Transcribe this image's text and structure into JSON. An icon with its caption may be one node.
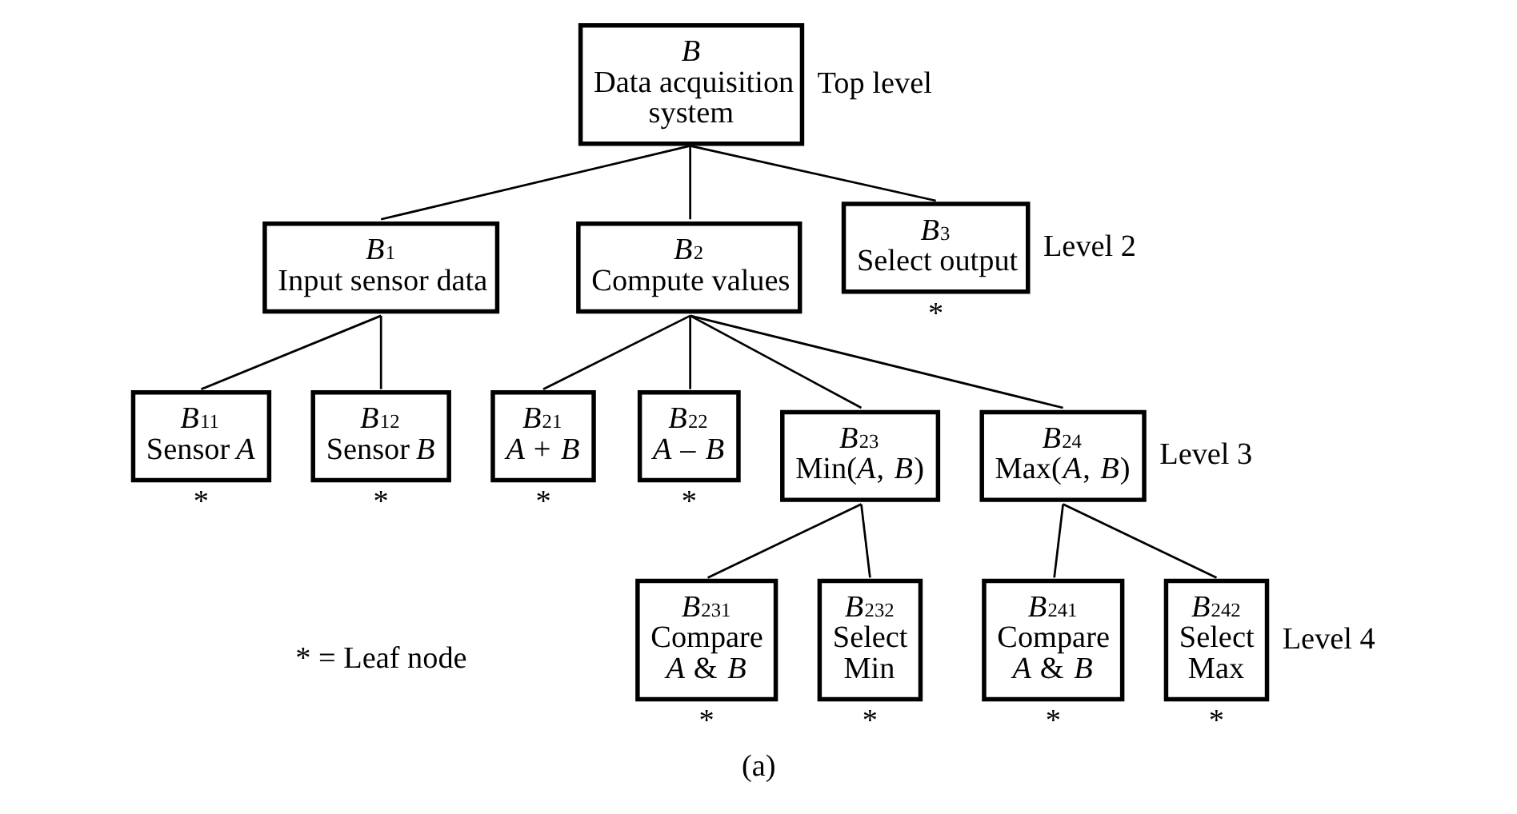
{
  "diagram": {
    "caption": "(a)",
    "nodes": [
      {
        "text": [
          "*B*",
          "Data acquisition system"
        ],
        "beside": [
          "Top level"
        ]
      },
      {
        "text": [
          "*B*$_{1}$",
          "Input sensor data"
        ]
      },
      {
        "text": [
          "*B*$_{2}$",
          "Compute values"
        ]
      },
      {
        "text": [
          "*B*$_{3}$",
          "Select output"
        ],
        "beside": [
          "Level 2",
          "*"
        ]
      },
      {
        "text": [
          "*B*$_{11}$",
          "Sensor *A*"
        ],
        "beside": [
          "*"
        ]
      },
      {
        "text": [
          "*B*$_{12}$",
          "Sensor *B*"
        ],
        "beside": [
          "*"
        ]
      },
      {
        "text": [
          "*B*$_{21}$",
          "*A* + *B*"
        ],
        "beside": [
          "*"
        ]
      },
      {
        "text": [
          "*B*$_{22}$",
          "*A* – *B*"
        ],
        "beside": [
          "*"
        ]
      },
      {
        "text": [
          "*B*$_{23}$",
          "Min(*A*, *B*)"
        ]
      },
      {
        "text": [
          "*B*$_{24}$",
          "Max(*A*, *B*)"
        ],
        "beside": [
          "Level 3"
        ]
      },
      {
        "text": [
          "*B*$_{231}$",
          "Compare *A* & *B*"
        ],
        "beside": [
          "*"
        ]
      },
      {
        "text": [
          "*B*$_{232}$",
          "Select Min"
        ],
        "beside": [
          "*"
        ]
      },
      {
        "text": [
          "*B*$_{241}$",
          "Compare *A* & *B*"
        ],
        "beside": [
          "*"
        ]
      },
      {
        "text": [
          "*B*$_{242}$",
          "Select Max"
        ],
        "beside": [
          "*",
          "Level 4"
        ]
      }
    ],
    "edges": [
      {
        "from": 0,
        "to": 1,
        "arrow": "none"
      },
      {
        "from": 0,
        "to": 2,
        "arrow": "none"
      },
      {
        "from": 0,
        "to": 3,
        "arrow": "none"
      },
      {
        "from": 1,
        "to": 4,
        "arrow": "none"
      },
      {
        "from": 1,
        "to": 5,
        "arrow": "none"
      },
      {
        "from": 2,
        "to": 6,
        "arrow": "none"
      },
      {
        "from": 2,
        "to": 7,
        "arrow": "none"
      },
      {
        "from": 2,
        "to": 8,
        "arrow": "none"
      },
      {
        "from": 2,
        "to": 9,
        "arrow": "none"
      },
      {
        "from": 8,
        "to": 10,
        "arrow": "none"
      },
      {
        "from": 8,
        "to": 11,
        "arrow": "none"
      },
      {
        "from": 9,
        "to": 12,
        "arrow": "none"
      },
      {
        "from": 9,
        "to": 13,
        "arrow": "none"
      }
    ],
    "labels": [
      "* = Leaf node"
    ]
  }
}
